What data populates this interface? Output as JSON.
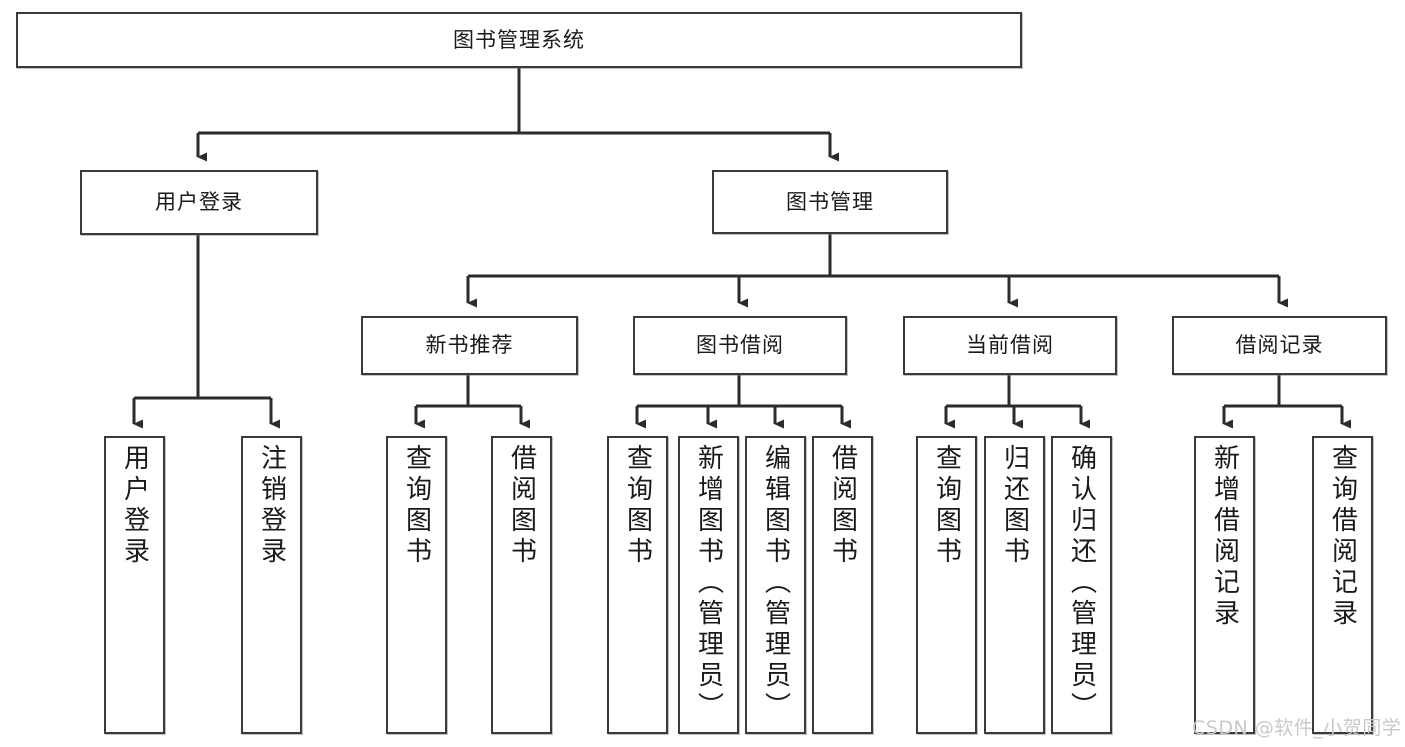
{
  "diagram": {
    "type": "hierarchy-tree",
    "title": "图书管理系统",
    "orientation": "top-down",
    "colors": {
      "box_border": "#3a3a3a",
      "box_fill": "#ffffff",
      "edge": "#2b2b2b",
      "text": "#1a1a1a",
      "watermark": "#c9c9c9"
    },
    "levels": {
      "level1": [
        {
          "id": "root",
          "label": "图书管理系统"
        }
      ],
      "level2": [
        {
          "id": "user-login",
          "label": "用户登录"
        },
        {
          "id": "book-manage",
          "label": "图书管理"
        }
      ],
      "level3": [
        {
          "id": "new-book-recommend",
          "label": "新书推荐"
        },
        {
          "id": "book-borrow",
          "label": "图书借阅"
        },
        {
          "id": "current-borrow",
          "label": "当前借阅"
        },
        {
          "id": "borrow-record",
          "label": "借阅记录"
        }
      ],
      "level4": [
        {
          "id": "leaf-user-login",
          "label": "用户登录",
          "parent": "user-login"
        },
        {
          "id": "leaf-logout-login",
          "label": "注销登录",
          "parent": "user-login"
        },
        {
          "id": "leaf-query-book-1",
          "label": "查询图书",
          "parent": "new-book-recommend"
        },
        {
          "id": "leaf-borrow-book-1",
          "label": "借阅图书",
          "parent": "new-book-recommend"
        },
        {
          "id": "leaf-query-book-2",
          "label": "查询图书",
          "parent": "book-borrow"
        },
        {
          "id": "leaf-add-book",
          "label": "新增图书（管理员）",
          "parent": "book-borrow"
        },
        {
          "id": "leaf-edit-book",
          "label": "编辑图书（管理员）",
          "parent": "book-borrow"
        },
        {
          "id": "leaf-borrow-book-2",
          "label": "借阅图书",
          "parent": "book-borrow"
        },
        {
          "id": "leaf-query-book-3",
          "label": "查询图书",
          "parent": "current-borrow"
        },
        {
          "id": "leaf-return-book",
          "label": "归还图书",
          "parent": "current-borrow"
        },
        {
          "id": "leaf-confirm-return",
          "label": "确认归还（管理员）",
          "parent": "current-borrow"
        },
        {
          "id": "leaf-add-record",
          "label": "新增借阅记录",
          "parent": "borrow-record"
        },
        {
          "id": "leaf-query-record",
          "label": "查询借阅记录",
          "parent": "borrow-record"
        }
      ]
    },
    "watermark": "CSDN @软件_小贺同学"
  }
}
